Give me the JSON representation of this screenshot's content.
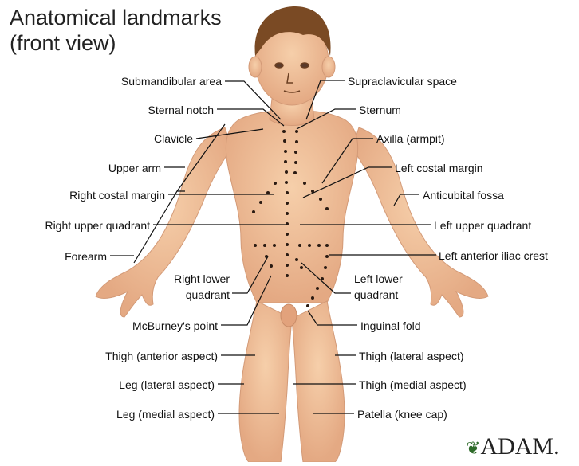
{
  "title_line1": "Anatomical landmarks",
  "title_line2": "(front view)",
  "labels": {
    "submandibular_area": "Submandibular area",
    "sternal_notch": "Sternal notch",
    "clavicle": "Clavicle",
    "upper_arm": "Upper arm",
    "right_costal_margin": "Right costal margin",
    "right_upper_quadrant": "Right upper quadrant",
    "forearm": "Forearm",
    "right_lower_quadrant_1": "Right lower",
    "right_lower_quadrant_2": "quadrant",
    "mcburneys_point": "McBurney's point",
    "thigh_anterior": "Thigh (anterior aspect)",
    "leg_lateral": "Leg (lateral aspect)",
    "leg_medial": "Leg (medial aspect)",
    "supraclavicular_space": "Supraclavicular space",
    "sternum": "Sternum",
    "axilla": "Axilla (armpit)",
    "left_costal_margin": "Left costal margin",
    "anticubital_fossa": "Anticubital fossa",
    "left_upper_quadrant": "Left upper quadrant",
    "left_anterior_iliac_crest": "Left anterior iliac crest",
    "left_lower_quadrant_1": "Left lower",
    "left_lower_quadrant_2": "quadrant",
    "inguinal_fold": "Inguinal fold",
    "thigh_lateral": "Thigh (lateral aspect)",
    "thigh_medial": "Thigh (medial aspect)",
    "patella": "Patella (knee cap)"
  },
  "logo_text": "ADAM.",
  "colors": {
    "skin": "#f2c09a",
    "skin_shadow": "#d99c76",
    "hair": "#7a4a24",
    "leader_line": "#111111",
    "dots": "#2a1a12"
  }
}
